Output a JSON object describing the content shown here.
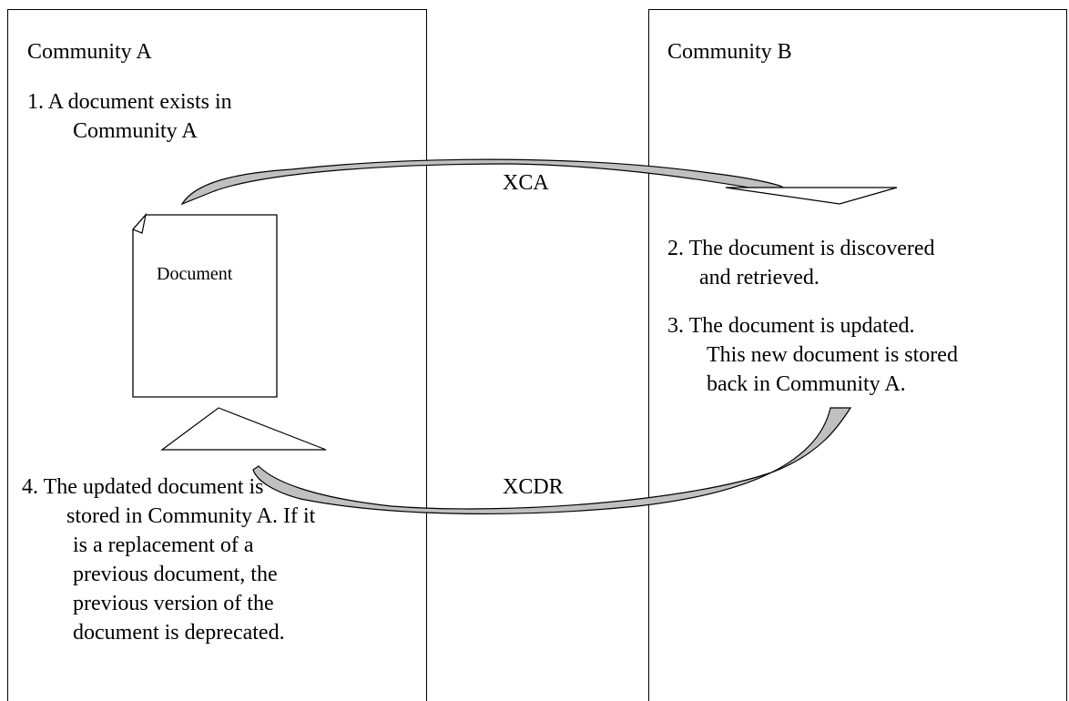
{
  "community_a": {
    "title": "Community A",
    "step1": {
      "line1": "1. A document exists in",
      "line2": "Community A"
    },
    "step4": {
      "line1": "4. The updated document is",
      "line2": "stored in Community A. If it",
      "line3": "is a replacement of a",
      "line4": "previous document, the",
      "line5": "previous version of the",
      "line6": "document is deprecated."
    }
  },
  "community_b": {
    "title": "Community B",
    "step2": {
      "line1": "2. The document is discovered",
      "line2": "and retrieved."
    },
    "step3": {
      "line1": "3. The document is updated.",
      "line2": "This new document is stored",
      "line3": "back in Community A."
    }
  },
  "document": {
    "label": "Document"
  },
  "flows": {
    "xca": "XCA",
    "xcdr": "XCDR"
  },
  "colors": {
    "arrow_fill": "#c0c0c0",
    "stroke": "#000000"
  }
}
